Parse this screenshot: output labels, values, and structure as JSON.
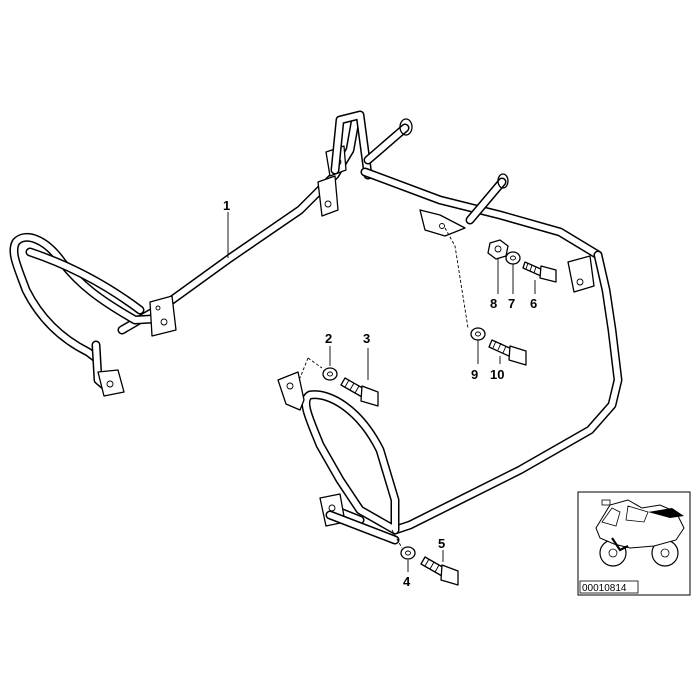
{
  "diagram": {
    "part_labels": [
      "1",
      "2",
      "3",
      "4",
      "5",
      "6",
      "7",
      "8",
      "9",
      "10"
    ],
    "thumbnail_code": "00010814"
  }
}
